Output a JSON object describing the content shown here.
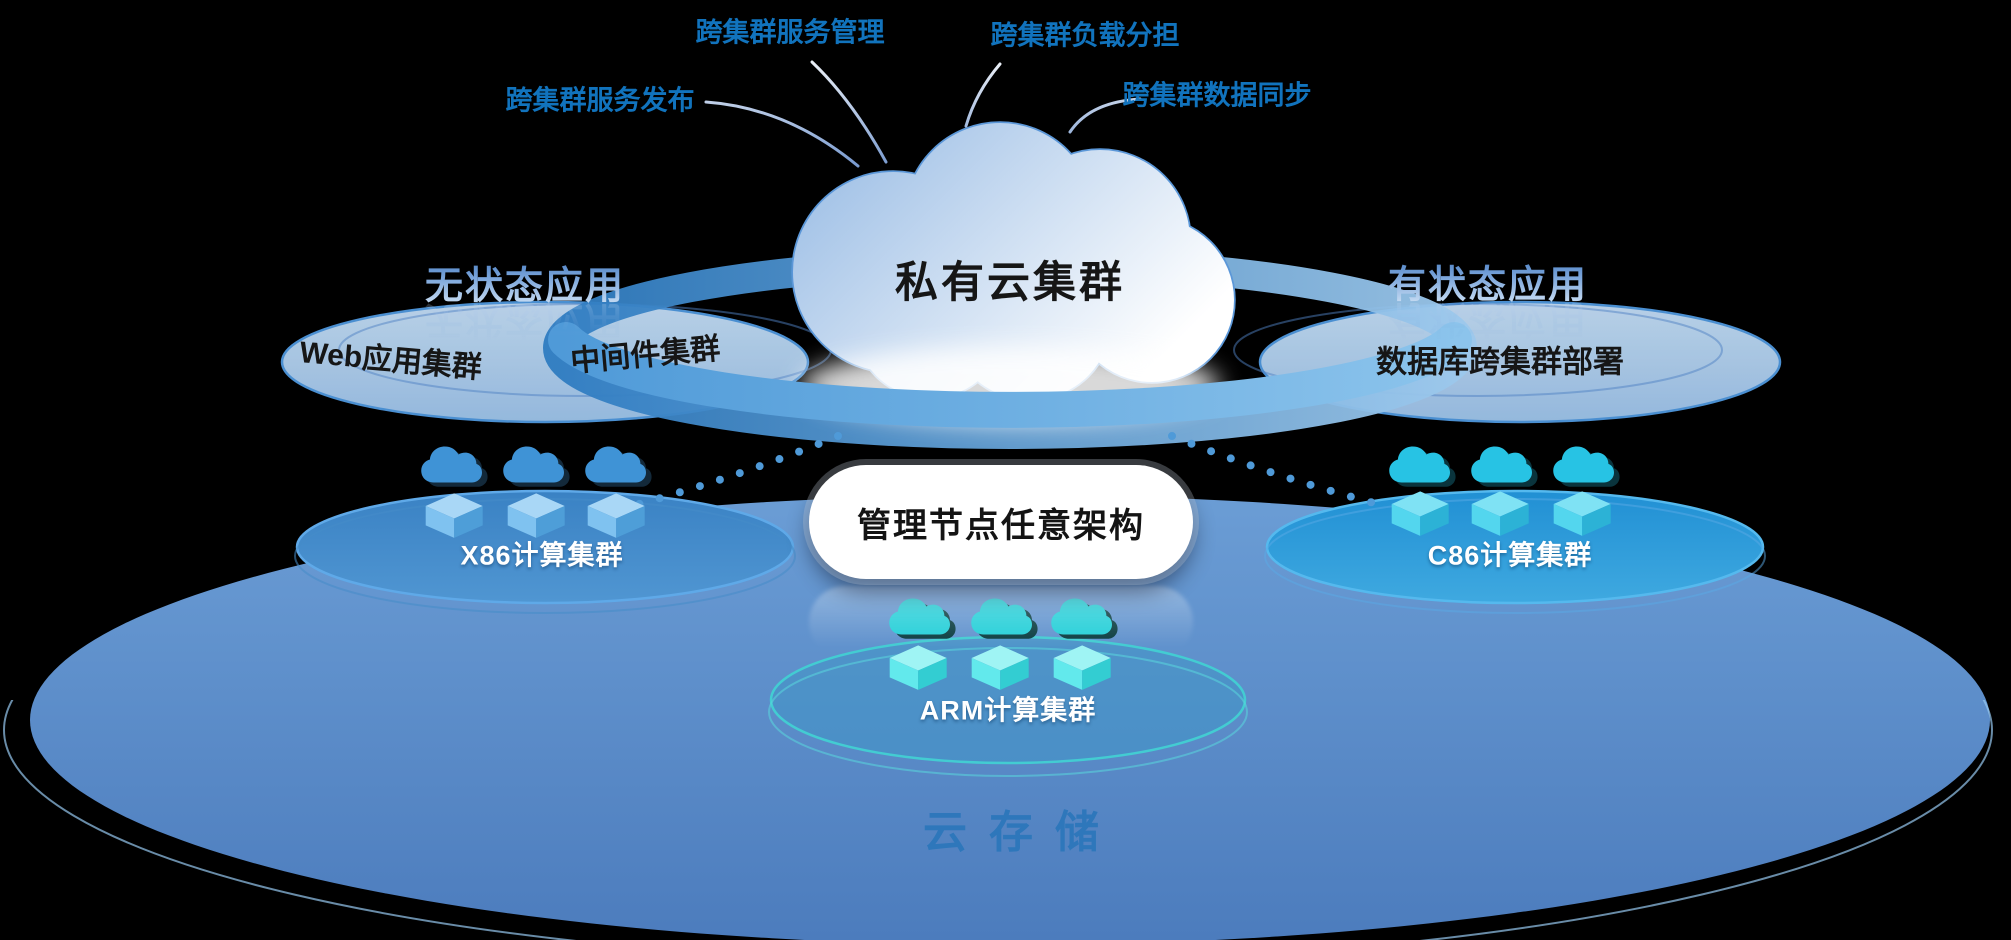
{
  "colors": {
    "top_label_blue": "#1173bd",
    "storage_text_blue": "#2e77bb",
    "base_ellipse_blue": "#5b90cc",
    "ring_blue": "#4f9ad8",
    "x86_icon_blue": "#3f93d6",
    "c86_icon_cyan": "#27c3e4",
    "arm_icon_teal": "#25cfd8"
  },
  "top_labels": [
    {
      "label": "跨集群服务管理"
    },
    {
      "label": "跨集群负载分担"
    },
    {
      "label": "跨集群服务发布"
    },
    {
      "label": "跨集群数据同步"
    }
  ],
  "cloud": {
    "title": "私有云集群"
  },
  "stateless_group": {
    "title": "无状态应用",
    "items": [
      {
        "label": "Web应用集群"
      },
      {
        "label": "中间件集群"
      }
    ]
  },
  "stateful_group": {
    "title": "有状态应用",
    "items": [
      {
        "label": "数据库跨集群部署"
      }
    ]
  },
  "management_box": {
    "label": "管理节点任意架构"
  },
  "compute_clusters": [
    {
      "name": "X86计算集群"
    },
    {
      "name": "C86计算集群"
    },
    {
      "name": "ARM计算集群"
    }
  ],
  "storage": {
    "label": "云存储"
  }
}
